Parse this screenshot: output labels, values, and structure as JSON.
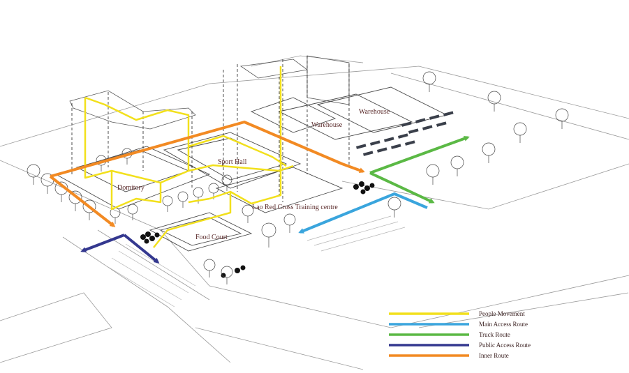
{
  "labels": {
    "warehouse_1": "Warehouse",
    "warehouse_2": "Warehouse",
    "sport_hall": "Sport Hall",
    "dormitory": "Domitory",
    "training_centre": "Lao Red Cross Training centre",
    "food_court": "Food Court"
  },
  "legend": {
    "items": [
      {
        "label": "People Movement",
        "color": "#f2e01c"
      },
      {
        "label": "Main Access Route",
        "color": "#3aa5dd"
      },
      {
        "label": "Truck Route",
        "color": "#5bb945"
      },
      {
        "label": "Public Access Route",
        "color": "#34388f"
      },
      {
        "label": "Inner Route",
        "color": "#f28a23"
      }
    ]
  }
}
